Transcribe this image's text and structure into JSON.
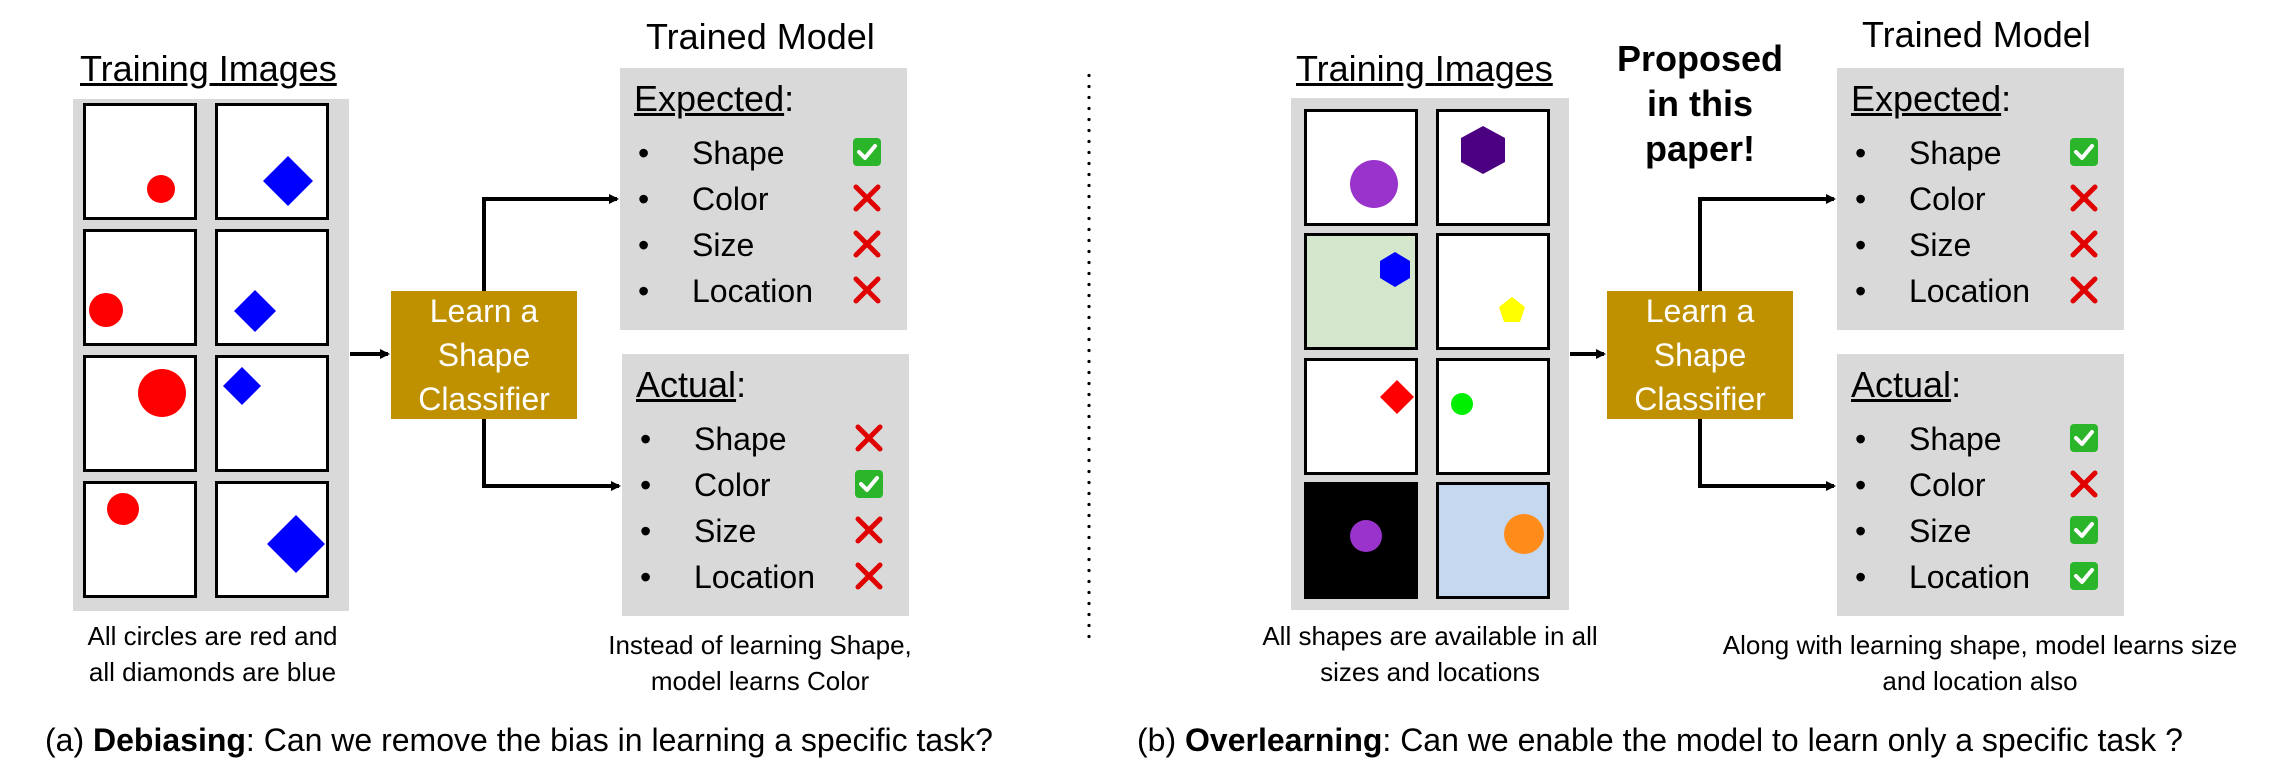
{
  "left": {
    "training_title": "Training Images",
    "trained_title": "Trained Model",
    "classifier": [
      "Learn a",
      "Shape",
      "Classifier"
    ],
    "expected": {
      "head": "Expected",
      "rows": [
        {
          "label": "Shape",
          "mark": "check"
        },
        {
          "label": "Color",
          "mark": "cross"
        },
        {
          "label": "Size",
          "mark": "cross"
        },
        {
          "label": "Location",
          "mark": "cross"
        }
      ]
    },
    "actual": {
      "head": "Actual",
      "rows": [
        {
          "label": "Shape",
          "mark": "cross"
        },
        {
          "label": "Color",
          "mark": "check"
        },
        {
          "label": "Size",
          "mark": "cross"
        },
        {
          "label": "Location",
          "mark": "cross"
        }
      ]
    },
    "caption_images": [
      "All circles are red and",
      "all diamonds are blue"
    ],
    "caption_model": [
      "Instead of learning Shape,",
      "model learns Color"
    ],
    "bottom": {
      "prefix": "(a) ",
      "bold": "Debiasing",
      "rest": ": Can we remove the bias in learning a specific task?"
    }
  },
  "right": {
    "training_title": "Training Images",
    "proposed": [
      "Proposed",
      "in this",
      "paper!"
    ],
    "trained_title": "Trained Model",
    "classifier": [
      "Learn a",
      "Shape",
      "Classifier"
    ],
    "expected": {
      "head": "Expected",
      "rows": [
        {
          "label": "Shape",
          "mark": "check"
        },
        {
          "label": "Color",
          "mark": "cross"
        },
        {
          "label": "Size",
          "mark": "cross"
        },
        {
          "label": "Location",
          "mark": "cross"
        }
      ]
    },
    "actual": {
      "head": "Actual",
      "rows": [
        {
          "label": "Shape",
          "mark": "check"
        },
        {
          "label": "Color",
          "mark": "cross"
        },
        {
          "label": "Size",
          "mark": "check"
        },
        {
          "label": "Location",
          "mark": "check"
        }
      ]
    },
    "caption_images": [
      "All shapes are available in all",
      "sizes and locations"
    ],
    "caption_model": [
      "Along with learning shape, model learns size",
      "and location also"
    ],
    "bottom": {
      "prefix": "(b) ",
      "bold": "Overlearning",
      "rest": ":  Can we enable the model to learn only a specific task  ?"
    }
  },
  "colors": {
    "panel_bg": "#d9d9d9",
    "classifier_bg": "#bf9000",
    "red": "#ff0000",
    "blue": "#0000ff",
    "check": "#2bb52b",
    "cross": "#e00000"
  },
  "icons": {
    "check": "check-mark-icon",
    "cross": "cross-mark-icon"
  }
}
